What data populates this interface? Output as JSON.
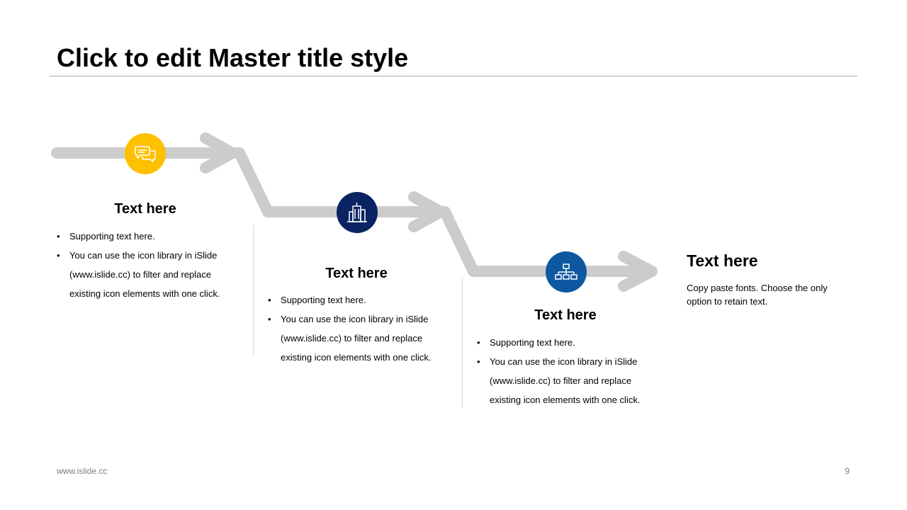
{
  "slide": {
    "title": "Click to edit Master title style",
    "footer_url": "www.islide.cc",
    "page_number": "9"
  },
  "colors": {
    "arrow": "#cccccc",
    "step1_circle": "#ffc000",
    "step2_circle": "#0a2463",
    "step3_circle": "#0e58a1"
  },
  "steps": [
    {
      "icon": "chat-bubbles-icon",
      "heading": "Text here",
      "bullets": [
        "Supporting text here.",
        "You can use the icon library in iSlide",
        "(www.islide.cc) to filter and replace",
        "existing icon elements with one click."
      ]
    },
    {
      "icon": "building-icon",
      "heading": "Text here",
      "bullets": [
        "Supporting text here.",
        "You can use the icon library in iSlide",
        "(www.islide.cc) to filter and replace",
        "existing icon elements with one click."
      ]
    },
    {
      "icon": "org-chart-icon",
      "heading": "Text here",
      "bullets": [
        "Supporting text here.",
        "You can use the icon library in iSlide",
        "(www.islide.cc) to filter and replace",
        "existing icon elements with one click."
      ]
    }
  ],
  "final": {
    "heading": "Text here",
    "body": "Copy paste fonts. Choose the only option to retain text."
  }
}
